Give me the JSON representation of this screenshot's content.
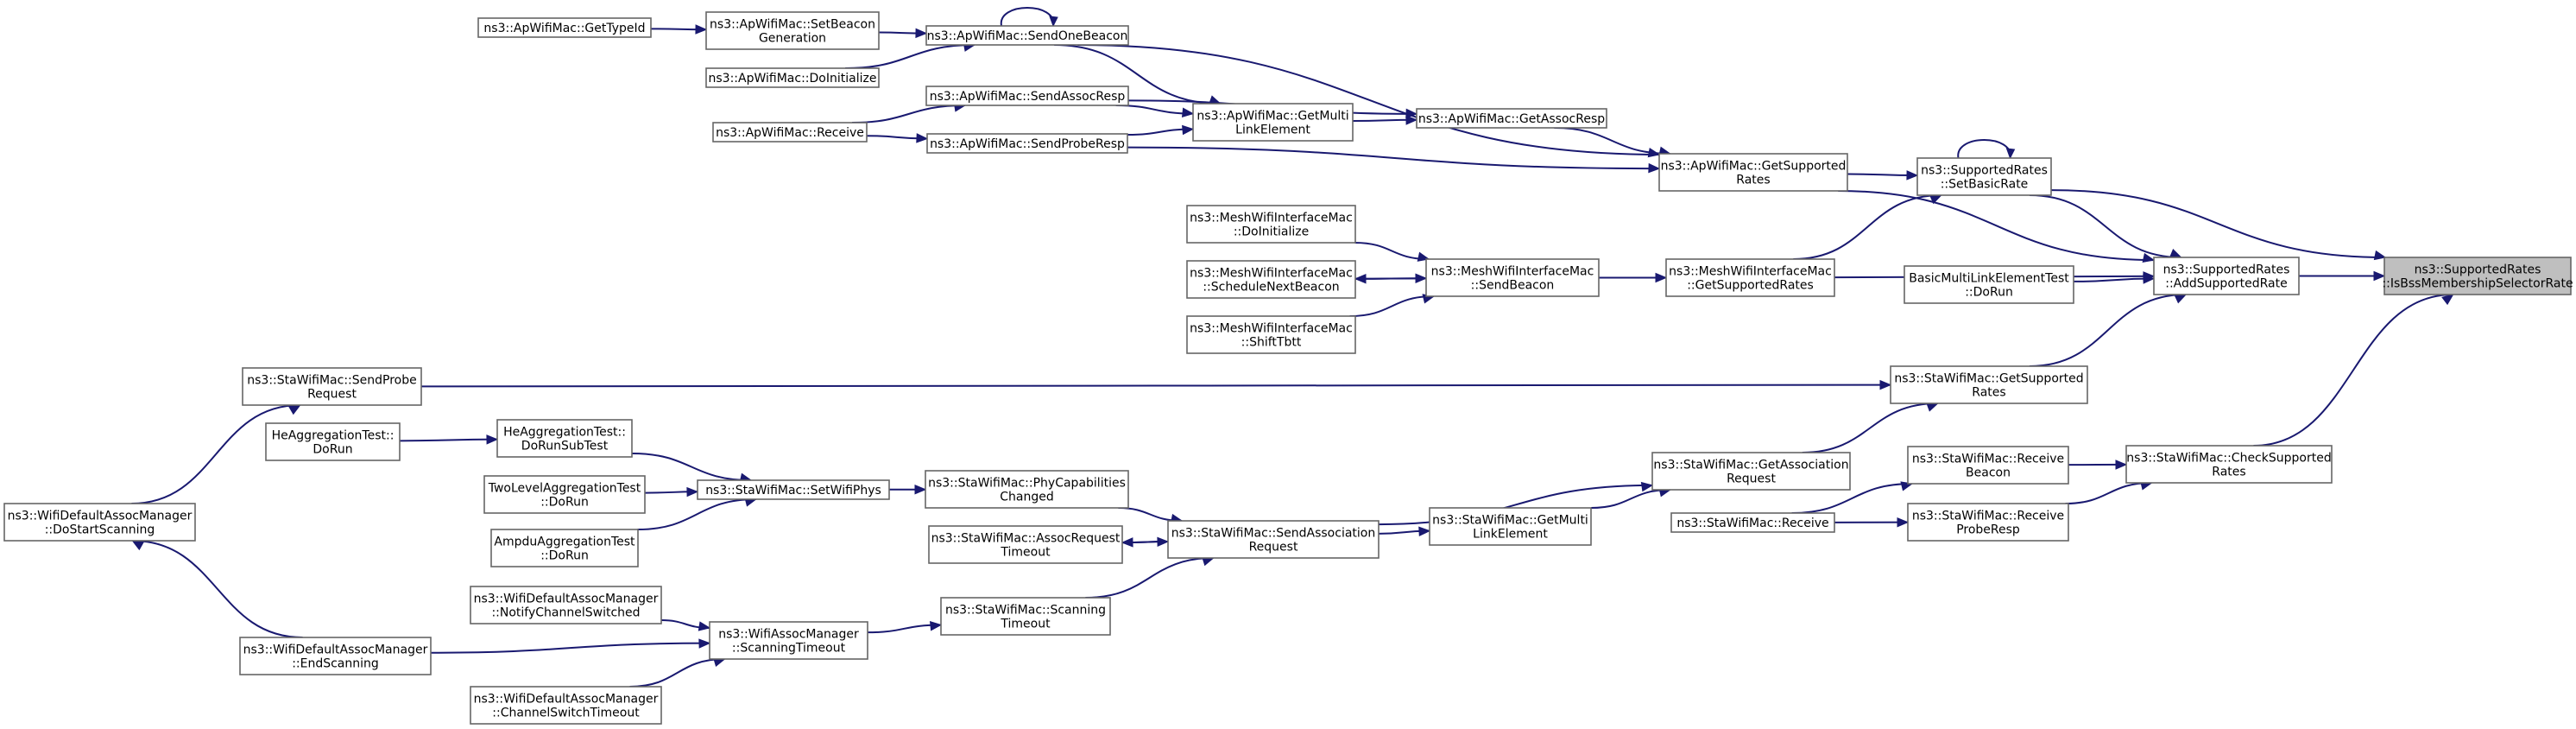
{
  "nodes": {
    "isbss": [
      "ns3::SupportedRates",
      "::IsBssMembershipSelectorRate"
    ],
    "addsupp": [
      "ns3::SupportedRates",
      "::AddSupportedRate"
    ],
    "setbasic": [
      "ns3::SupportedRates",
      "::SetBasicRate"
    ],
    "checksupp": [
      "ns3::StaWifiMac::CheckSupported",
      "Rates"
    ],
    "basicmulti": [
      "BasicMultiLinkElementTest",
      "::DoRun"
    ],
    "stagetsupp": [
      "ns3::StaWifiMac::GetSupported",
      "Rates"
    ],
    "meshgetsupp": [
      "ns3::MeshWifiInterfaceMac",
      "::GetSupportedRates"
    ],
    "apgetsupp": [
      "ns3::ApWifiMac::GetSupported",
      "Rates"
    ],
    "recvbeacon": [
      "ns3::StaWifiMac::Receive",
      "Beacon"
    ],
    "recvprobe": [
      "ns3::StaWifiMac::Receive",
      "ProbeResp"
    ],
    "stareceive": [
      "ns3::StaWifiMac::Receive"
    ],
    "getassocreq": [
      "ns3::StaWifiMac::GetAssociation",
      "Request"
    ],
    "stagetmulti": [
      "ns3::StaWifiMac::GetMulti",
      "LinkElement"
    ],
    "sendassocreq": [
      "ns3::StaWifiMac::SendAssociation",
      "Request"
    ],
    "phycap": [
      "ns3::StaWifiMac::PhyCapabilities",
      "Changed"
    ],
    "assoctimeout": [
      "ns3::StaWifiMac::AssocRequest",
      "Timeout"
    ],
    "scantimeout": [
      "ns3::StaWifiMac::Scanning",
      "Timeout"
    ],
    "wamscan": [
      "ns3::WifiAssocManager",
      "::ScanningTimeout"
    ],
    "notifych": [
      "ns3::WifiDefaultAssocManager",
      "::NotifyChannelSwitched"
    ],
    "chswitch": [
      "ns3::WifiDefaultAssocManager",
      "::ChannelSwitchTimeout"
    ],
    "endscan": [
      "ns3::WifiDefaultAssocManager",
      "::EndScanning"
    ],
    "dostartscan": [
      "ns3::WifiDefaultAssocManager",
      "::DoStartScanning"
    ],
    "sendprobereq": [
      "ns3::StaWifiMac::SendProbe",
      "Request"
    ],
    "setwifiphys": [
      "ns3::StaWifiMac::SetWifiPhys"
    ],
    "heaggsub": [
      "HeAggregationTest::",
      "DoRunSubTest"
    ],
    "heaggrun": [
      "HeAggregationTest::",
      "DoRun"
    ],
    "twolevel": [
      "TwoLevelAggregationTest",
      "::DoRun"
    ],
    "ampdu": [
      "AmpduAggregationTest",
      "::DoRun"
    ],
    "meshsendbeacon": [
      "ns3::MeshWifiInterfaceMac",
      "::SendBeacon"
    ],
    "meshdoinit": [
      "ns3::MeshWifiInterfaceMac",
      "::DoInitialize"
    ],
    "meshsched": [
      "ns3::MeshWifiInterfaceMac",
      "::ScheduleNextBeacon"
    ],
    "meshshift": [
      "ns3::MeshWifiInterfaceMac",
      "::ShiftTbtt"
    ],
    "apgetassocresp": [
      "ns3::ApWifiMac::GetAssocResp"
    ],
    "apgetmulti": [
      "ns3::ApWifiMac::GetMulti",
      "LinkElement"
    ],
    "apsendassocresp": [
      "ns3::ApWifiMac::SendAssocResp"
    ],
    "apsendproberesp": [
      "ns3::ApWifiMac::SendProbeResp"
    ],
    "apreceive": [
      "ns3::ApWifiMac::Receive"
    ],
    "apsendonebeacon": [
      "ns3::ApWifiMac::SendOneBeacon"
    ],
    "apsetbeacongen": [
      "ns3::ApWifiMac::SetBeacon",
      "Generation"
    ],
    "apdoinit": [
      "ns3::ApWifiMac::DoInitialize"
    ],
    "apgettypeid": [
      "ns3::ApWifiMac::GetTypeId"
    ]
  },
  "colors": {
    "edge": "#191970",
    "node_border": "#666666",
    "focus_fill": "#bfbfbf",
    "node_fill": "#ffffff"
  }
}
